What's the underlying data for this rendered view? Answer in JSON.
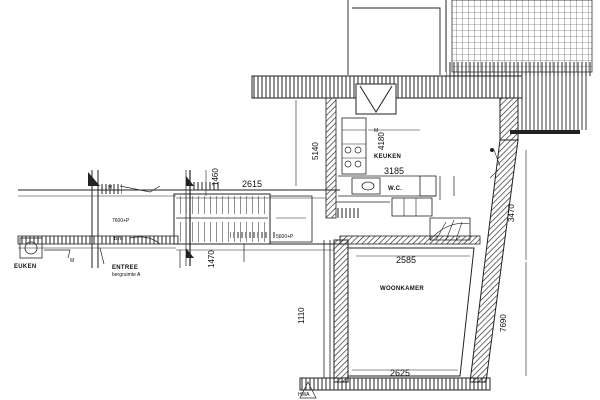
{
  "rooms": {
    "keuken_top": "KEUKEN",
    "wc": "W.C.",
    "woonkamer": "WOONKAMER",
    "keuken_left": "EUKEN",
    "entree": "ENTREE",
    "entree_sub": "bergruimte A"
  },
  "dimensions": {
    "kitchen_width": "3185",
    "corridor_width": "2615",
    "living_top_width": "2585",
    "living_bottom_width": "2625",
    "side_length_upper": "3470",
    "side_length_lower": "7690",
    "stair_left_upper": "5140",
    "kitchen_small_vertical": "4180",
    "stair_vertical_small": "1460",
    "stair_vertical_lower": "1470",
    "left_vertical": "1110"
  },
  "levels": {
    "left_level": "7600+P",
    "stair_level": "5600+P"
  },
  "labels": {
    "hwa": "HWA",
    "b7b": "B7b",
    "m_a": "M",
    "m_b": "M",
    "m_c": "M"
  }
}
